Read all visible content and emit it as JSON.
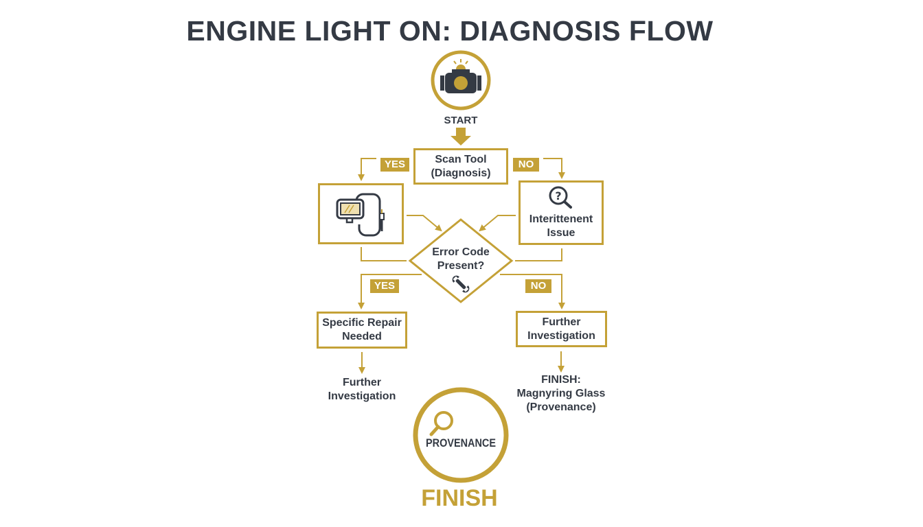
{
  "title": "ENGINE LIGHT ON: DIAGNOSIS FLOW",
  "colors": {
    "accent": "#c4a137",
    "text": "#343a44",
    "background": "#ffffff"
  },
  "start": {
    "icon": "engine-warning-icon",
    "label": "START"
  },
  "nodes": {
    "scan_tool": {
      "line1": "Scan Tool",
      "line2": "(Diagnosis)"
    },
    "scanner_device": {
      "icon": "obd-scanner-icon"
    },
    "intermittent": {
      "icon": "question-magnifier-icon",
      "line1": "Interittenent",
      "line2": "Issue"
    },
    "decision": {
      "line1": "Error Code",
      "line2": "Present?",
      "icon": "wrench-icon"
    },
    "specific_repair": {
      "line1": "Specific Repair",
      "line2": "Needed"
    },
    "further_right": {
      "line1": "Further",
      "line2": "Investigation"
    },
    "further_left": {
      "line1": "Further",
      "line2": "Investigation"
    },
    "finish_note": {
      "line1": "FINISH:",
      "line2": "Magnyring Glass",
      "line3": "(Provenance)"
    }
  },
  "tags": {
    "top_yes": "YES",
    "top_no": "NO",
    "mid_yes": "YES",
    "mid_no": "NO"
  },
  "finish": {
    "icon": "magnifying-glass-icon",
    "badge": "PROVENANCE",
    "label": "FINISH"
  }
}
